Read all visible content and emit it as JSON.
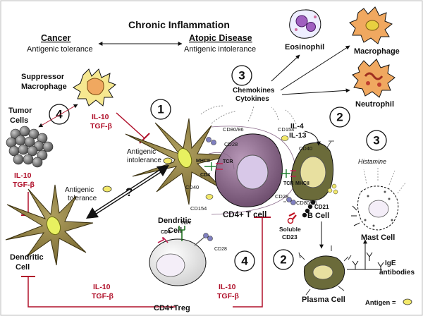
{
  "title": "Chronic Inflammation",
  "left_state": {
    "name": "Cancer",
    "desc": "Antigenic tolerance"
  },
  "right_state": {
    "name": "Atopic Disease",
    "desc": "Antigenic intolerance"
  },
  "cells": {
    "eosinophil": "Eosinophil",
    "macrophage": "Macrophage",
    "neutrophil": "Neutrophil",
    "suppressor_macrophage_line1": "Suppressor",
    "suppressor_macrophage_line2": "Macrophage",
    "tumor_line1": "Tumor",
    "tumor_line2": "Cells",
    "dendritic_upper_line1": "Dendritic",
    "dendritic_upper_line2": "Cell",
    "dendritic_lower_line1": "Dendritic",
    "dendritic_lower_line2": "Cell",
    "cd4_t_cell": "CD4+ T cell",
    "b_cell": "B Cell",
    "mast_cell": "Mast Cell",
    "plasma_cell": "Plasma Cell",
    "cd4_treg": "CD4+Treg"
  },
  "signals": {
    "chemokines": "Chemokines",
    "cytokines": "Cytokines",
    "il10": "IL-10",
    "tgfb": "TGF-β",
    "il4": "IL-4",
    "il13": "IL-13",
    "histamine": "Histamine",
    "ige_line1": "IgE",
    "ige_line2": "antibodies",
    "antigenic_intolerance_line1": "Antigenic",
    "antigenic_intolerance_line2": "intolerance",
    "antigenic_tolerance_line1": "Antigenic",
    "antigenic_tolerance_line2": "tolerance",
    "question": "?",
    "soluble_line1": "Soluble",
    "soluble_line2": "CD23",
    "antigen_legend": "Antigen ="
  },
  "molecules": {
    "cd80_86": "CD80/86",
    "cd28": "CD28",
    "cd154": "CD154",
    "cd40": "CD40",
    "mhcii": "MHCII",
    "tcr": "TCR",
    "cd4": "CD4",
    "cd21": "CD21"
  },
  "step_numbers": {
    "one": "1",
    "two": "2",
    "three": "3",
    "four": "4"
  },
  "colors": {
    "dendritic": "#8b7a3a",
    "dendritic_nucleus": "#e8f060",
    "t_cell": "#8a6a8a",
    "t_nucleus": "#d8c8e8",
    "b_cell": "#6b6b3a",
    "b_nucleus": "#e8e0a0",
    "suppression": "#b0102a",
    "macrophage_body": "#f0a860",
    "suppressor_macrophage": "#f6e890",
    "eosinophil": "#a060c0",
    "antigen": "#f2e86a"
  }
}
